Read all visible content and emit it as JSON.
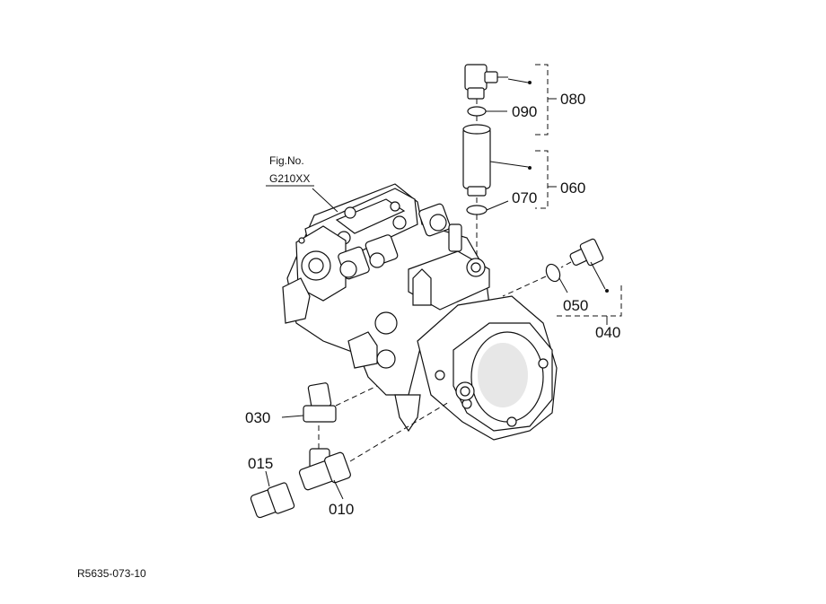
{
  "figure_ref": {
    "line1": "Fig.No.",
    "line2": "G210XX"
  },
  "callouts": [
    {
      "id": "080",
      "label": "080"
    },
    {
      "id": "090",
      "label": "090"
    },
    {
      "id": "060",
      "label": "060"
    },
    {
      "id": "070",
      "label": "070"
    },
    {
      "id": "050",
      "label": "050"
    },
    {
      "id": "040",
      "label": "040"
    },
    {
      "id": "030",
      "label": "030"
    },
    {
      "id": "015",
      "label": "015"
    },
    {
      "id": "010",
      "label": "010"
    }
  ],
  "drawing_number": "R5635-073-10"
}
